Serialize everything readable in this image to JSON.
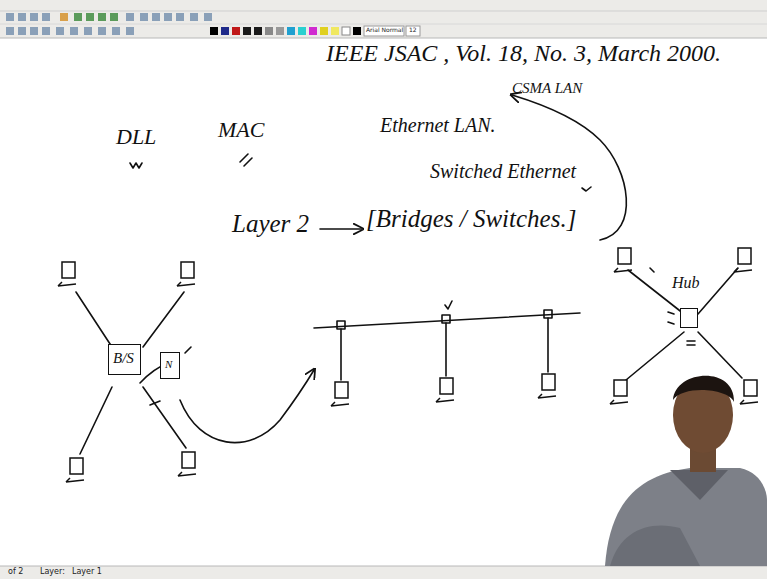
{
  "diagram": {
    "nodes": [
      {
        "text": [
          "B/S"
        ]
      },
      {
        "text": [
          "N"
        ]
      },
      {
        "text": [
          "Hub"
        ]
      }
    ],
    "labels": [
      "IEEE JSAC , Vol. 18, No. 3, March 2000.",
      "CSMA LAN",
      "DLL",
      "MAC",
      "Ethernet LAN.",
      "Switched Ethernet",
      "Layer 2",
      "[Bridges / Switches.]",
      "Arial Normal",
      "12",
      "of 2",
      "Layer:",
      "Layer 1"
    ]
  }
}
